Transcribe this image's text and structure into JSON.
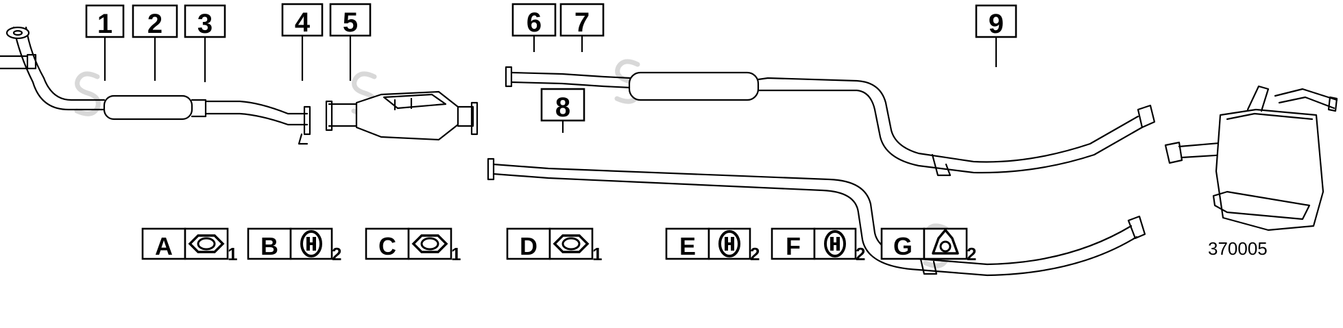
{
  "parts": [
    {
      "label": "1"
    },
    {
      "label": "2"
    },
    {
      "label": "3"
    },
    {
      "label": "4"
    },
    {
      "label": "5"
    },
    {
      "label": "6"
    },
    {
      "label": "7"
    },
    {
      "label": "8"
    },
    {
      "label": "9"
    }
  ],
  "legend": [
    {
      "letter": "A",
      "icon": "gasket-oval-two-bolt-icon",
      "qty": "1"
    },
    {
      "letter": "B",
      "icon": "rubber-hanger-icon",
      "qty": "2"
    },
    {
      "letter": "C",
      "icon": "gasket-oval-two-bolt-icon",
      "qty": "1"
    },
    {
      "letter": "D",
      "icon": "gasket-oval-two-bolt-icon",
      "qty": "1"
    },
    {
      "letter": "E",
      "icon": "rubber-hanger-icon",
      "qty": "2"
    },
    {
      "letter": "F",
      "icon": "rubber-hanger-icon",
      "qty": "2"
    },
    {
      "letter": "G",
      "icon": "gasket-triangular-icon",
      "qty": "2"
    }
  ],
  "reference_number": "370005"
}
